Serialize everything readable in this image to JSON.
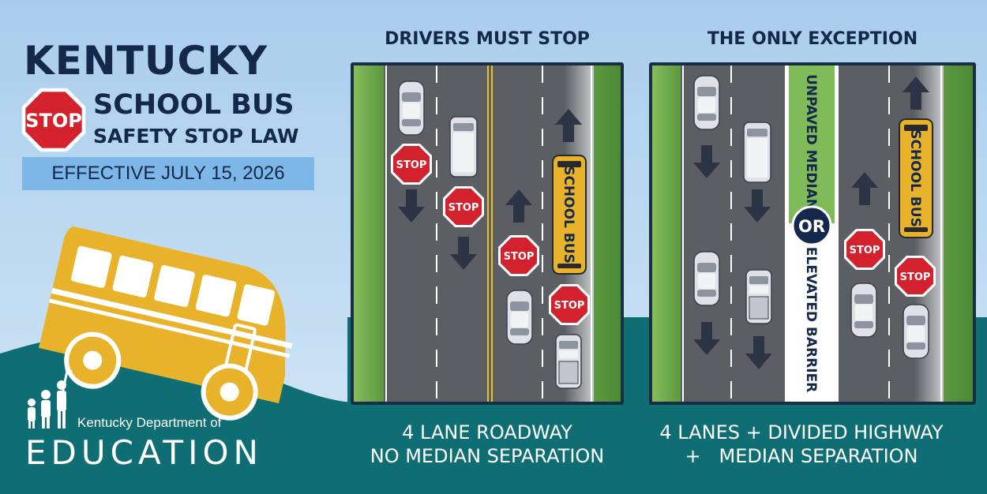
{
  "title": {
    "line1": "KENTUCKY",
    "line2": "SCHOOL BUS",
    "line3": "SAFETY STOP LAW",
    "effective": "EFFECTIVE JULY 15, 2026"
  },
  "stop_sign_text": "STOP",
  "bus_text": "SCHOOL BUS",
  "left_panel": {
    "heading": "DRIVERS MUST STOP",
    "caption_line1": "4 LANE ROADWAY",
    "caption_line2": "NO MEDIAN SEPARATION"
  },
  "right_panel": {
    "heading": "THE ONLY EXCEPTION",
    "median_top": "UNPAVED MEDIAN",
    "or_label": "OR",
    "median_bottom": "ELEVATED BARRIER",
    "caption_line1": "4 LANES + DIVIDED HIGHWAY",
    "caption_line2": "+   MEDIAN SEPARATION"
  },
  "logo": {
    "line1": "Kentucky Department of",
    "line2": "EDUCATION"
  },
  "colors": {
    "sky": "#b8d7ef",
    "navy": "#14284b",
    "teal": "#0f6e74",
    "road": "#5b5e62",
    "grass": "#6ea64a",
    "stop_red": "#d3212d",
    "bus_yellow": "#e8b32a",
    "band_blue": "#7db7e8"
  },
  "icons": [
    "stop-sign-icon",
    "school-bus-icon",
    "car-icon",
    "truck-icon",
    "arrow-up-icon",
    "arrow-down-icon",
    "children-logo-icon"
  ]
}
